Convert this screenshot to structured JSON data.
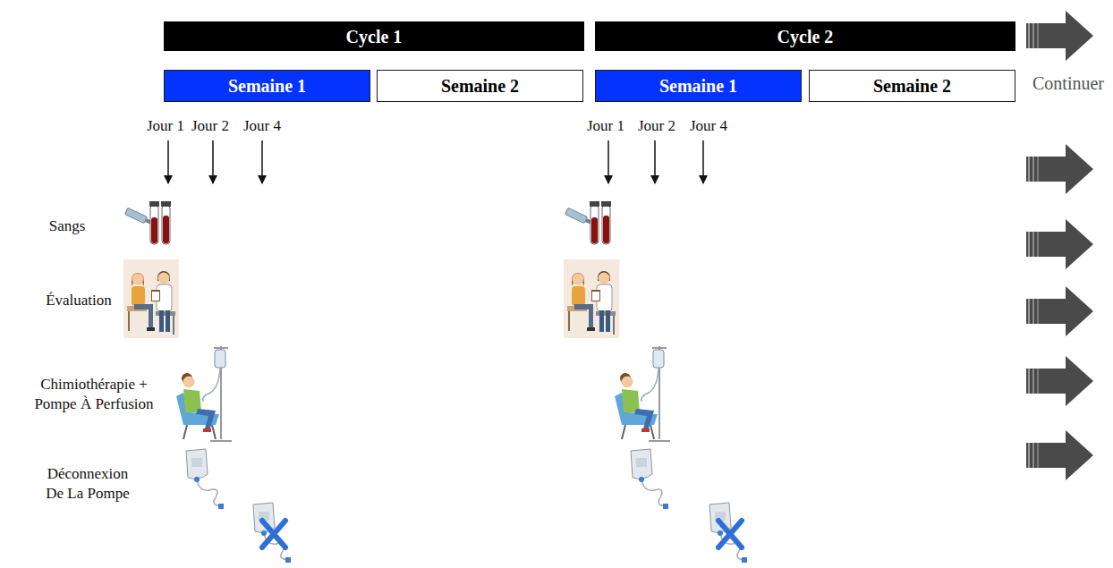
{
  "diagram": {
    "nodes": [
      {
        "text": [
          "Cycle 1"
        ]
      },
      {
        "text": [
          "Cycle 2"
        ]
      },
      {
        "text": [
          "Semaine 1"
        ]
      },
      {
        "text": [
          "Semaine 2"
        ]
      },
      {
        "text": [
          "Semaine 1"
        ]
      },
      {
        "text": [
          "Semaine 2"
        ]
      }
    ],
    "labels": [
      "Continuer",
      "Jour 1",
      "Jour 2",
      "Jour 4",
      "Jour 1",
      "Jour 2",
      "Jour 4",
      "Sangs",
      "Évaluation",
      "Chimiothérapie + Pompe À Perfusion",
      "Déconnexion De La Pompe"
    ]
  }
}
